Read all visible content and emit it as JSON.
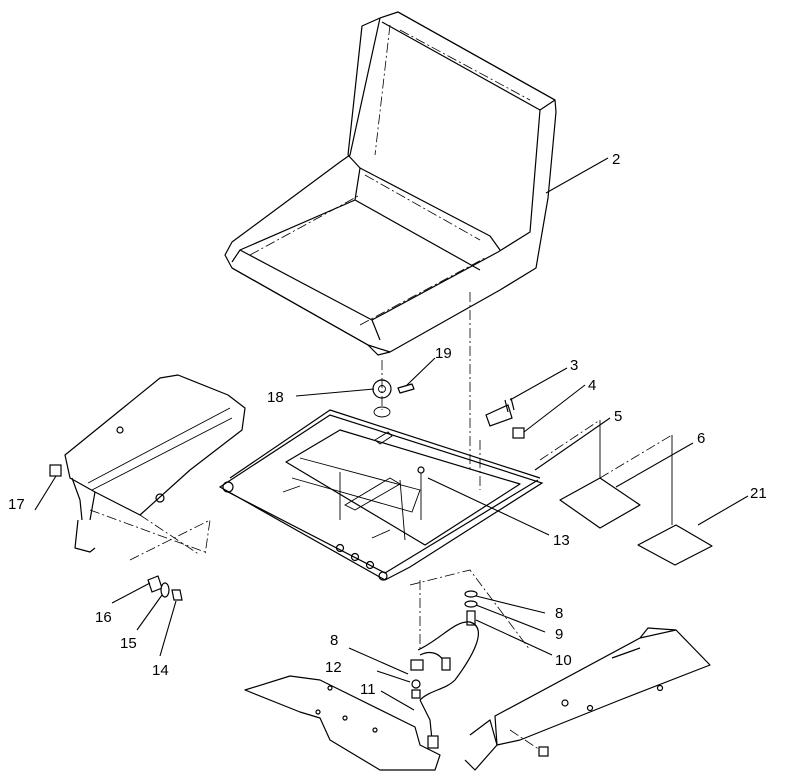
{
  "callouts": [
    {
      "id": "c2",
      "label": "2"
    },
    {
      "id": "c3",
      "label": "3"
    },
    {
      "id": "c4",
      "label": "4"
    },
    {
      "id": "c5",
      "label": "5"
    },
    {
      "id": "c6",
      "label": "6"
    },
    {
      "id": "c21",
      "label": "21"
    },
    {
      "id": "c19",
      "label": "19"
    },
    {
      "id": "c18",
      "label": "18"
    },
    {
      "id": "c17",
      "label": "17"
    },
    {
      "id": "c13",
      "label": "13"
    },
    {
      "id": "c16",
      "label": "16"
    },
    {
      "id": "c15",
      "label": "15"
    },
    {
      "id": "c14",
      "label": "14"
    },
    {
      "id": "c8a",
      "label": "8"
    },
    {
      "id": "c9",
      "label": "9"
    },
    {
      "id": "c10",
      "label": "10"
    },
    {
      "id": "c8b",
      "label": "8"
    },
    {
      "id": "c12",
      "label": "12"
    },
    {
      "id": "c11",
      "label": "11"
    }
  ]
}
